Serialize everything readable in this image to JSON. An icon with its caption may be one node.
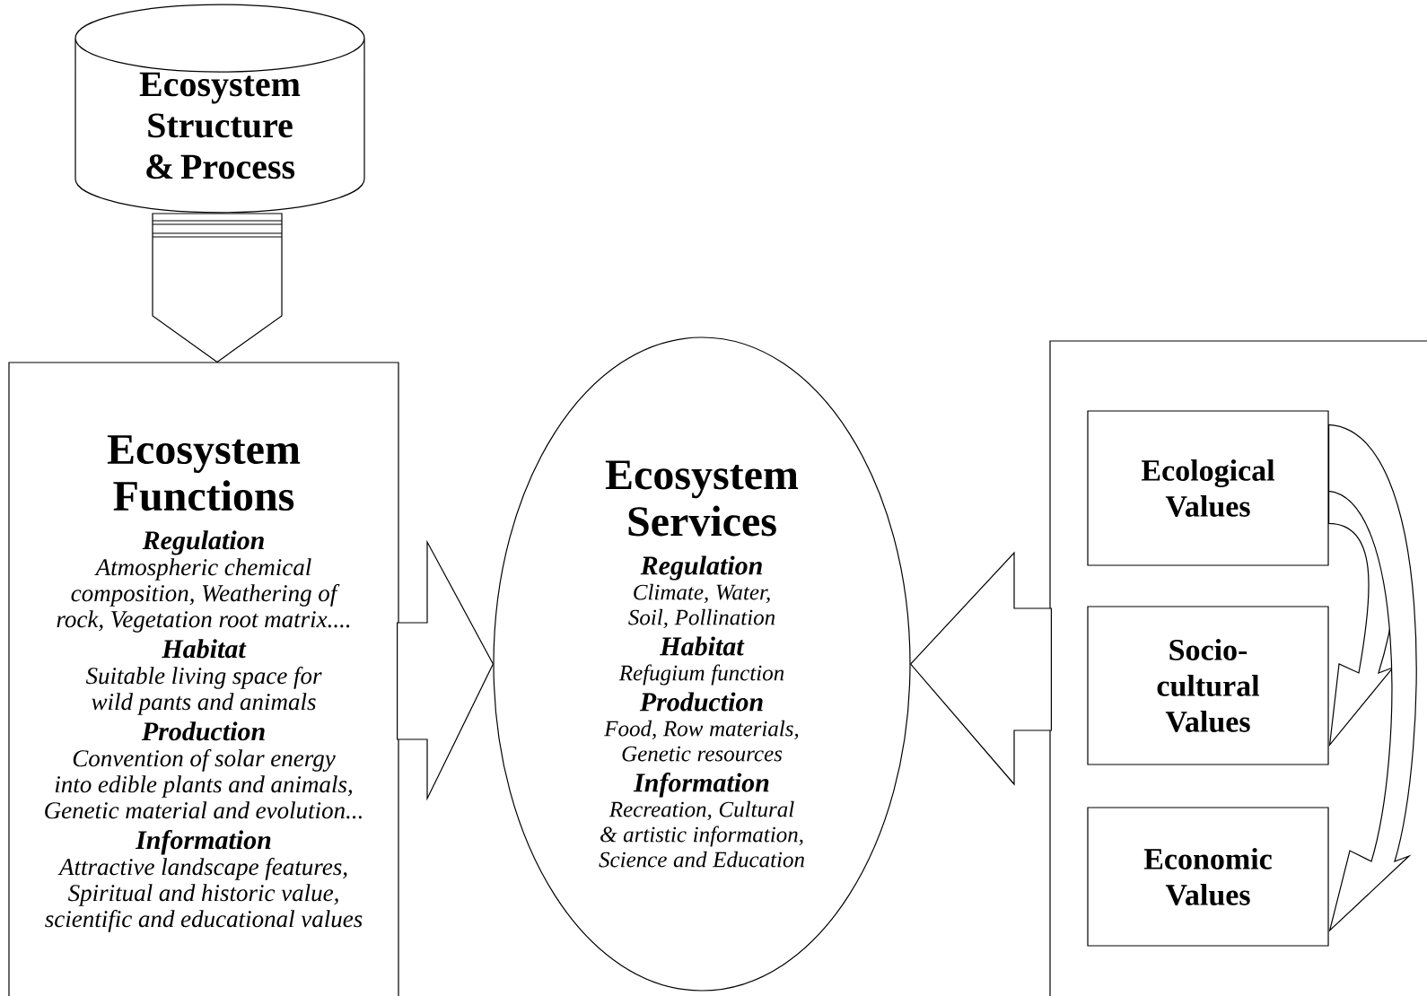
{
  "diagram": {
    "nodes": [
      {
        "text": [
          "Ecosystem Structure & Process"
        ]
      },
      {
        "text": [
          "Ecosystem Functions",
          "Regulation",
          "Atmospheric chemical composition, Weathering of rock, Vegetation root matrix....",
          "Habitat",
          "Suitable living space for wild pants and animals",
          "Production",
          "Convention of solar energy into edible plants and animals, Genetic material and evolution...",
          "Information",
          "Attractive landscape features, Spiritual and historic value, scientific and educational values"
        ]
      },
      {
        "text": [
          "Ecosystem Services",
          "Regulation",
          "Climate, Water, Soil, Pollination",
          "Habitat",
          "Refugium function",
          "Production",
          "Food, Row materials, Genetic resources",
          "Information",
          "Recreation, Cultural & artistic information, Science and Education"
        ]
      },
      {
        "text": [],
        "shape": "box"
      },
      {
        "text": [
          "Ecological Values"
        ],
        "in": 3
      },
      {
        "text": [
          "Socio-cultural Values"
        ],
        "in": 3
      },
      {
        "text": [
          "Economic Values"
        ],
        "in": 3
      }
    ],
    "edges": [
      {
        "from": 0,
        "to": 1,
        "arrow": "to"
      },
      {
        "from": 1,
        "to": 2,
        "arrow": "to"
      },
      {
        "from": 3,
        "to": 2,
        "arrow": "to"
      },
      {
        "from": 4,
        "to": 5,
        "arrow": "to"
      },
      {
        "from": 4,
        "to": 6,
        "arrow": "to"
      }
    ]
  }
}
